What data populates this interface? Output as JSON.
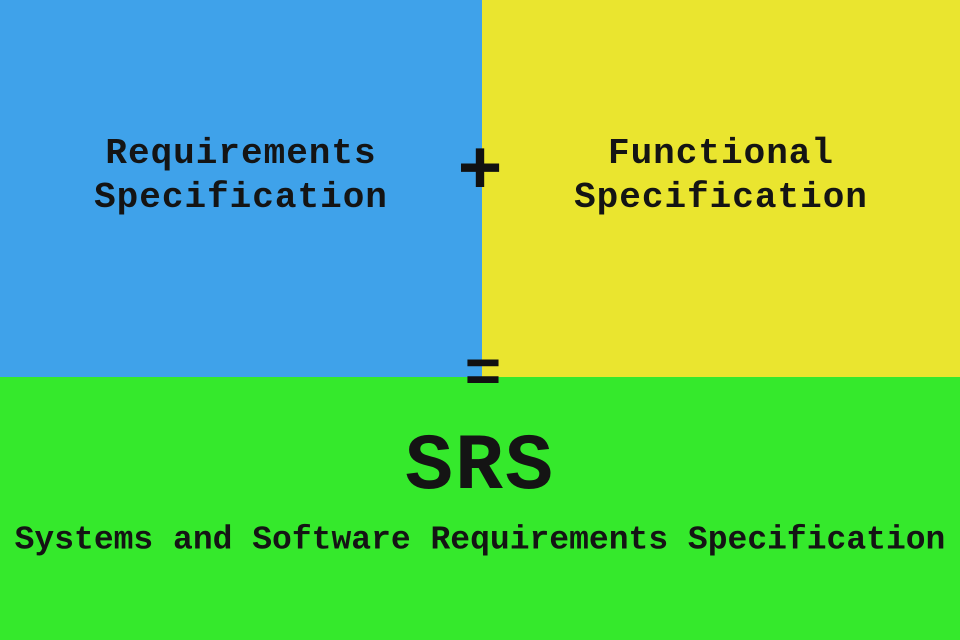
{
  "colors": {
    "blue_block": "#3fa2ea",
    "yellow_block": "#eae52f",
    "green_block": "#35e92c",
    "text": "#141414"
  },
  "equation": {
    "plus": "+",
    "equals": "=",
    "left_term": {
      "line1": "Requirements",
      "line2": "Specification"
    },
    "right_term": {
      "line1": "Functional",
      "line2": "Specification"
    },
    "result": {
      "acronym": "SRS",
      "full_name": "Systems and Software Requirements Specification"
    }
  }
}
